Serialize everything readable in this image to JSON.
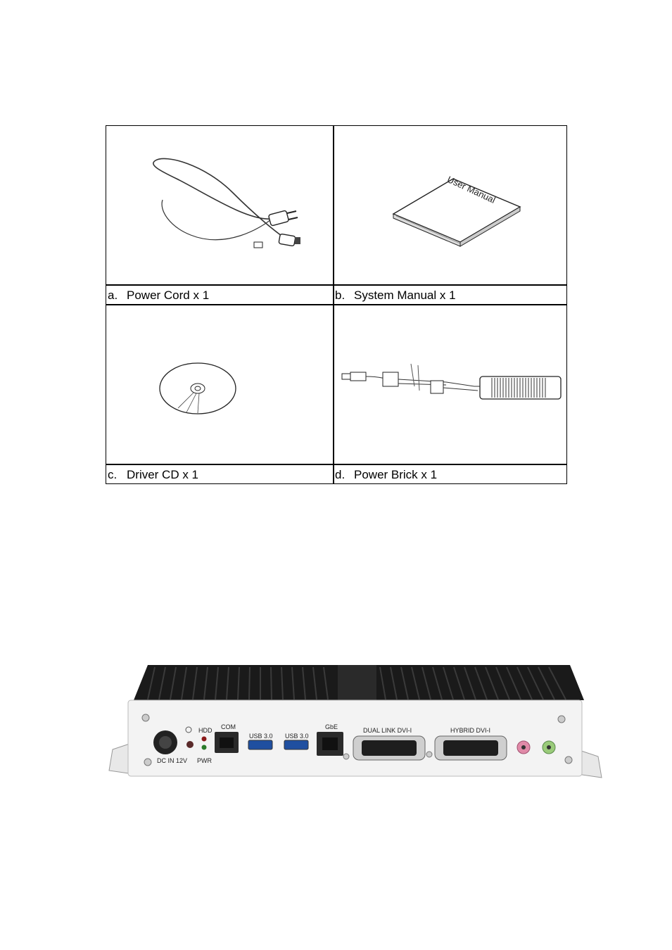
{
  "contents": {
    "items": [
      {
        "letter": "a.",
        "label": "Power Cord x 1"
      },
      {
        "letter": "b.",
        "label": "System Manual x 1"
      },
      {
        "letter": "c.",
        "label": "Driver CD x 1"
      },
      {
        "letter": "d.",
        "label": "Power Brick x 1"
      }
    ],
    "manual_cover_text": "User Manual"
  },
  "rear_panel": {
    "labels": {
      "hdd": "HDD",
      "pwr": "PWR",
      "com": "COM",
      "usb1": "USB 3.0",
      "usb2": "USB 3.0",
      "gbe": "GbE",
      "dvi1": "DUAL LINK DVI-I",
      "dvi2": "HYBRID DVI-I",
      "dc": "DC IN 12V"
    }
  }
}
